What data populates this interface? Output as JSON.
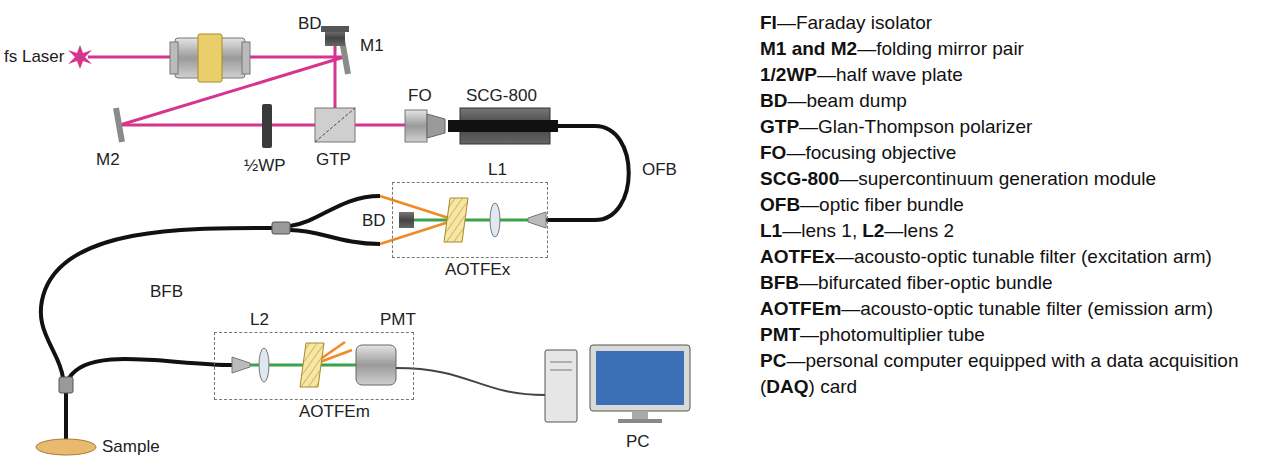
{
  "diagram": {
    "nodes": [
      {
        "text": [
          "AOTFEx"
        ]
      },
      {
        "text": [
          "AOTFEm"
        ]
      }
    ],
    "labels": [
      "fs Laser",
      "M1",
      "M2",
      "½WP",
      "GTP",
      "BD",
      "FO",
      "SCG-800",
      "OFB",
      "L1",
      "BD",
      "BFB",
      "L2",
      "PMT",
      "PC",
      "Sample",
      "FI",
      "—Faraday isolator",
      "M1 and M2",
      "—folding mirror pair",
      "1/2WP",
      "—half wave plate",
      "BD",
      "—beam dump",
      "GTP",
      "—Glan-Thompson polarizer",
      "FO",
      "—focusing objective",
      "SCG-800",
      "—supercontinuum generation module",
      "OFB",
      "—optic fiber bundle",
      "L1",
      "—lens 1,",
      "L2",
      "—lens 2",
      "AOTFEx",
      "—acousto-optic tunable filter (excitation arm)",
      "BFB",
      "—bifurcated fiber-optic bundle",
      "AOTFEm",
      "—acousto-optic tunable filter (emission arm)",
      "PMT",
      "—photomultiplier tube",
      "PC",
      "—personal computer equipped with a data acquisition (",
      "DAQ",
      ") card"
    ]
  }
}
